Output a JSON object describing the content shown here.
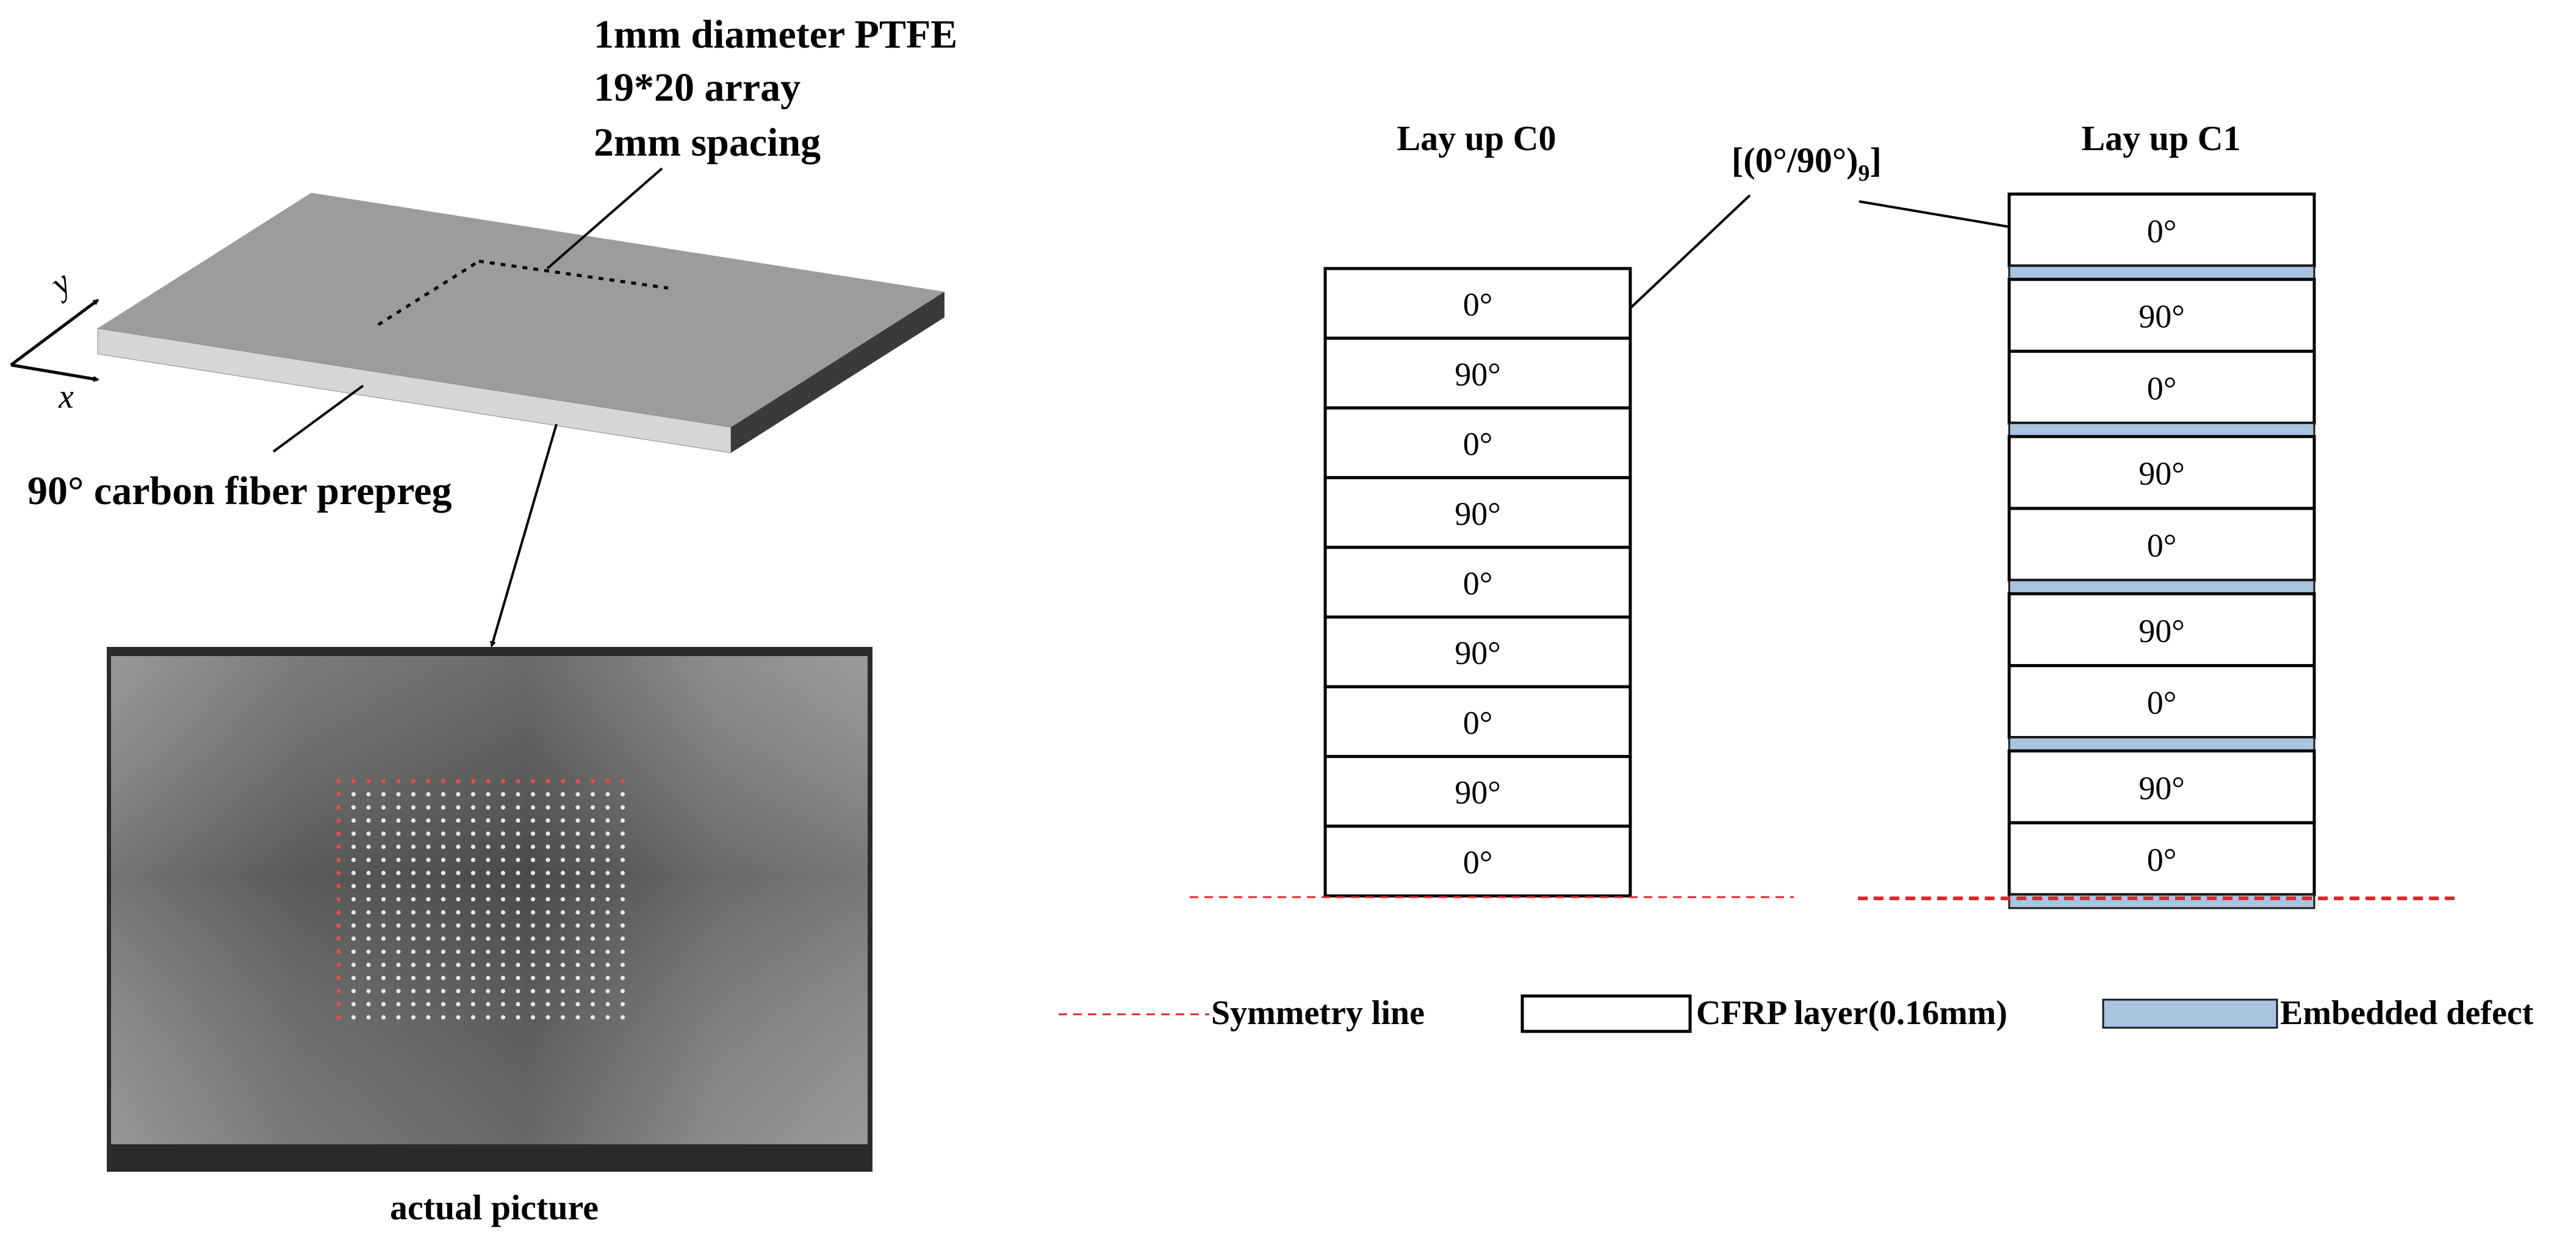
{
  "plate": {
    "annotation_lines": [
      "1mm diameter PTFE",
      "19*20 array",
      "2mm spacing"
    ],
    "axis_y": "y",
    "axis_x": "x",
    "material_label": "90° carbon fiber prepreg"
  },
  "photo": {
    "caption": "actual picture",
    "defect_rows": 19,
    "defect_cols": 20
  },
  "layup": {
    "c0": {
      "title": "Lay up C0",
      "layers": [
        "0°",
        "90°",
        "0°",
        "90°",
        "0°",
        "90°",
        "0°",
        "90°",
        "0°"
      ]
    },
    "sequence_label": {
      "main": "[(0°/90°)",
      "subscript": "9",
      "close": "]"
    },
    "c1": {
      "title": "Lay up C1",
      "layers": [
        "0°",
        "90°",
        "0°",
        "90°",
        "0°",
        "90°",
        "0°",
        "90°",
        "0°"
      ],
      "defect_after_layers": [
        1,
        3,
        5,
        7,
        9
      ]
    }
  },
  "legend": {
    "symmetry": "Symmetry line",
    "cfrp": "CFRP layer(0.16mm)",
    "defect": "Embedded defect"
  },
  "colors": {
    "plate_top": "#9c9c9c",
    "plate_front": "#d6d6d6",
    "plate_side": "#3a3a3a",
    "defect_fill": "#a9c3e0",
    "symmetry": "#e0262a",
    "photo_bg": "#6e6e6e",
    "dot": "#e9e9e9",
    "dot_red": "#e05050"
  }
}
